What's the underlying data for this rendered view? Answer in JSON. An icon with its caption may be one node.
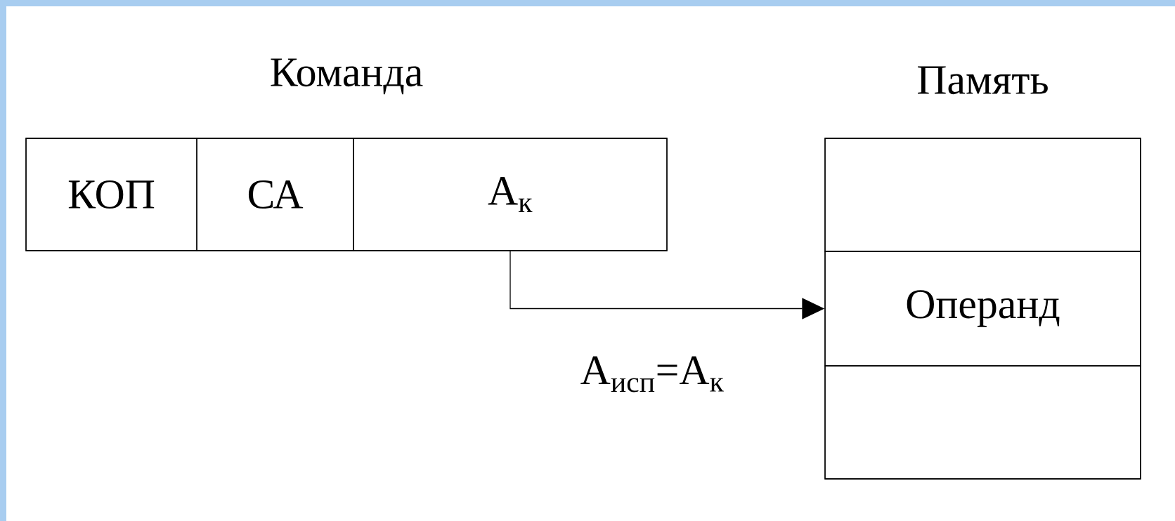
{
  "diagram": {
    "nodes": [
      {
        "text": [
          "Команда"
        ]
      },
      {
        "text": [
          "КОП"
        ],
        "in": 0
      },
      {
        "text": [
          "СА"
        ],
        "in": 0
      },
      {
        "text": [
          "А$_{к}$"
        ],
        "in": 0
      },
      {
        "text": [
          "Память"
        ]
      },
      {
        "text": [],
        "shape": "box",
        "in": 4
      },
      {
        "text": [
          "Операнд"
        ],
        "in": 4
      },
      {
        "text": [],
        "shape": "box",
        "in": 4
      }
    ],
    "edges": [
      {
        "from": 3,
        "to": 6,
        "arrow": "to",
        "label": "А$_{исп}$=А$_{к}$"
      }
    ]
  }
}
